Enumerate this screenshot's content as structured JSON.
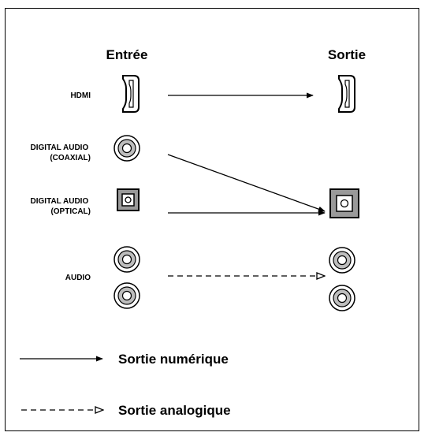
{
  "columns": {
    "input_title": "Entrée",
    "output_title": "Sortie"
  },
  "rows": [
    {
      "label_lines": [
        "HDMI"
      ],
      "connector": "hdmi-icon"
    },
    {
      "label_lines": [
        "DIGITAL AUDIO",
        "(COAXIAL)"
      ],
      "connector": "coaxial-jack-icon"
    },
    {
      "label_lines": [
        "DIGITAL AUDIO",
        "(OPTICAL)"
      ],
      "connector": "optical-jack-icon"
    },
    {
      "label_lines": [
        "AUDIO"
      ],
      "connector": "rca-jack-pair-icon"
    }
  ],
  "legend": {
    "digital_label": "Sortie numérique",
    "analog_label": "Sortie analogique"
  },
  "colors": {
    "line": "#000000",
    "background": "#ffffff",
    "coax_ring": "#bdbdbd",
    "optical_inner": "#9a9a9a"
  }
}
